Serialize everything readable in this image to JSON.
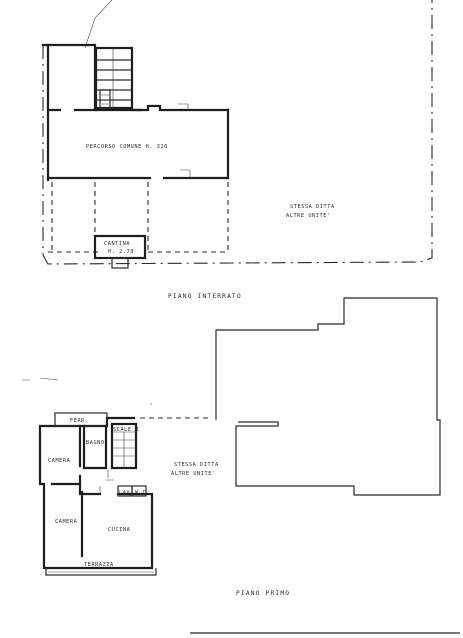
{
  "ground_floor": {
    "caption": "PIANO INTERRATO",
    "rooms": {
      "corridor": "PERCORSO COMUNE H. 320",
      "same_company": [
        "STESSA DITTA",
        "ALTRE UNITE'"
      ],
      "cellar": [
        "CANTINA",
        "H. 2.70"
      ]
    }
  },
  "first_floor": {
    "caption": "PIANO PRIMO",
    "rooms": {
      "fern": "FERR.",
      "bedroom_1": "CAMERA",
      "bathroom": "BAGNO",
      "stairs": "SCALE B",
      "same_company": [
        "STESSA DITTA",
        "ALTRE UNITE'"
      ],
      "bedroom_2": "CAMERA",
      "kitchen": "CUCINA",
      "lav": "LAV",
      "wc": "W.C.",
      "terrace": "TERRAZZA"
    }
  },
  "colors": {
    "ink": "#1e1e1e",
    "paper": "#ffffff"
  }
}
